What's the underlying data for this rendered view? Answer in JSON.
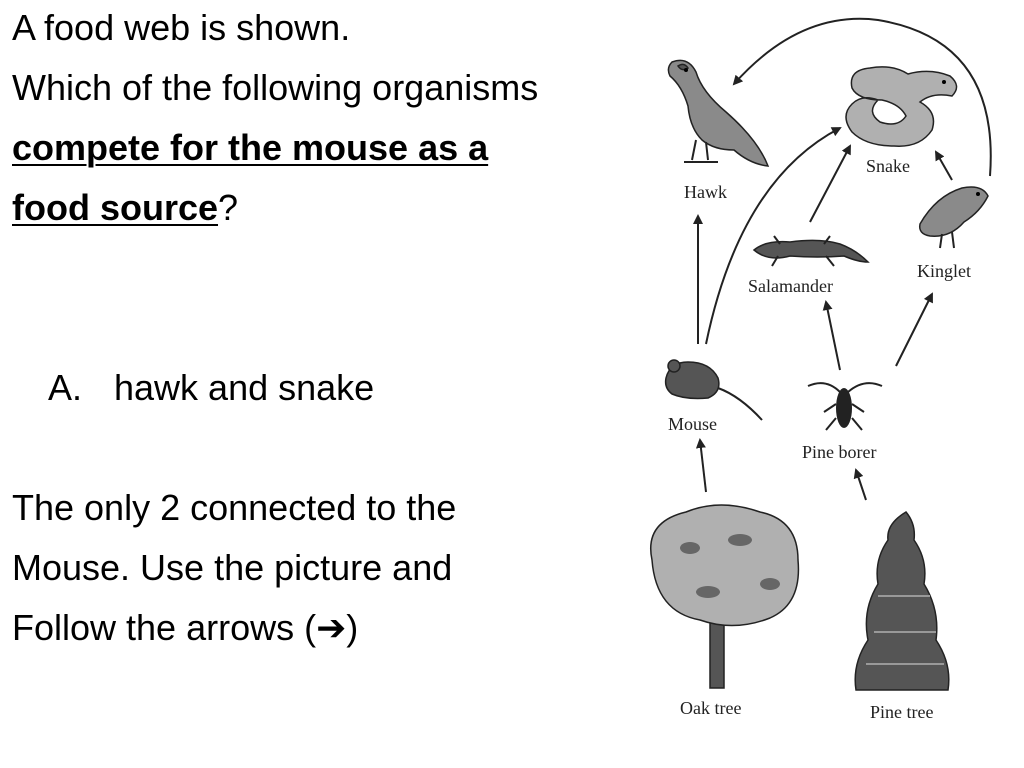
{
  "question": {
    "line1": "A food web is shown.",
    "line2": "Which of the following organisms",
    "line3_bold": "compete for the mouse as a",
    "line4_bold": " food source",
    "line4_tail": "?"
  },
  "answer": {
    "letter": "A.",
    "text": "hawk and snake"
  },
  "explanation": {
    "line1": "The only 2 connected to the",
    "line2": "Mouse. Use the picture and",
    "line3_prefix": "Follow the arrows (",
    "arrow_glyph": "➔",
    "line3_suffix": ")"
  },
  "food_web": {
    "labels": {
      "hawk": "Hawk",
      "snake": "Snake",
      "salamander": "Salamander",
      "kinglet": "Kinglet",
      "mouse": "Mouse",
      "pine_borer": "Pine borer",
      "oak_tree": "Oak tree",
      "pine_tree": "Pine tree"
    }
  }
}
